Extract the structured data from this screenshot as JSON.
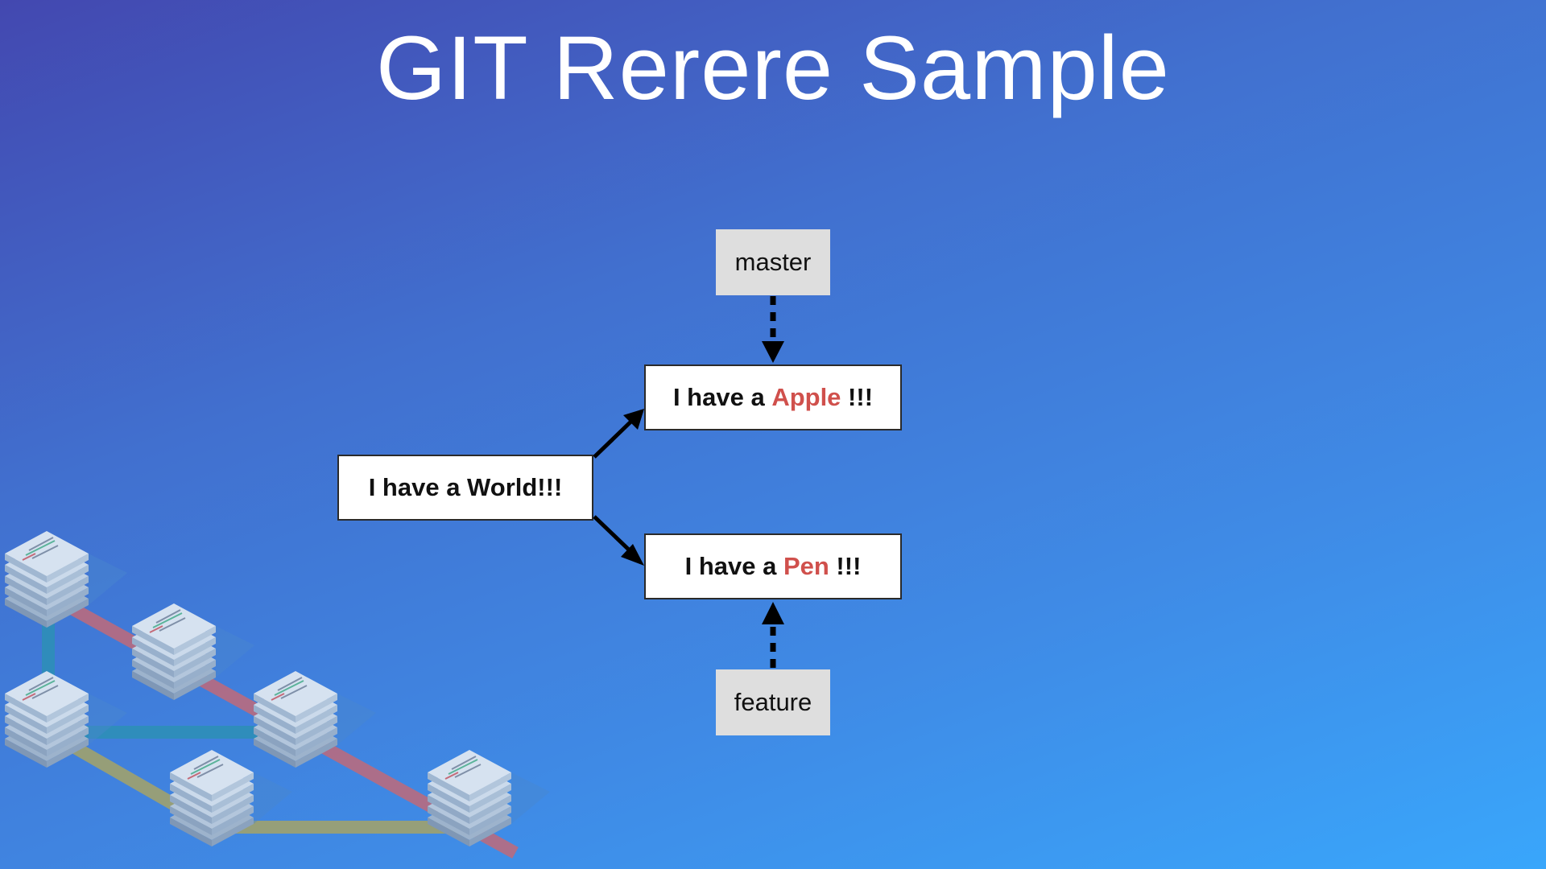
{
  "slide": {
    "title": "GIT Rerere Sample"
  },
  "diagram": {
    "base_commit": {
      "text": "I have a World!!!"
    },
    "master_commit": {
      "prefix": "I have a ",
      "highlight": "Apple",
      "suffix": " !!!"
    },
    "feature_commit": {
      "prefix": "I have a ",
      "highlight": "Pen",
      "suffix": " !!!"
    },
    "master_branch": {
      "label": "master"
    },
    "feature_branch": {
      "label": "feature"
    },
    "edges": [
      {
        "from": "base_commit",
        "to": "master_commit",
        "style": "solid"
      },
      {
        "from": "base_commit",
        "to": "feature_commit",
        "style": "solid"
      },
      {
        "from": "master_branch",
        "to": "master_commit",
        "style": "dashed"
      },
      {
        "from": "feature_branch",
        "to": "feature_commit",
        "style": "dashed"
      }
    ]
  },
  "colors": {
    "highlight": "#d0504c",
    "branch_fill": "#dedede",
    "commit_fill": "#ffffff",
    "track_red": "#c06a7a",
    "track_teal": "#2e8fb8",
    "track_olive": "#a0a26e"
  },
  "illustration": {
    "name": "commit-graph-illustration"
  }
}
